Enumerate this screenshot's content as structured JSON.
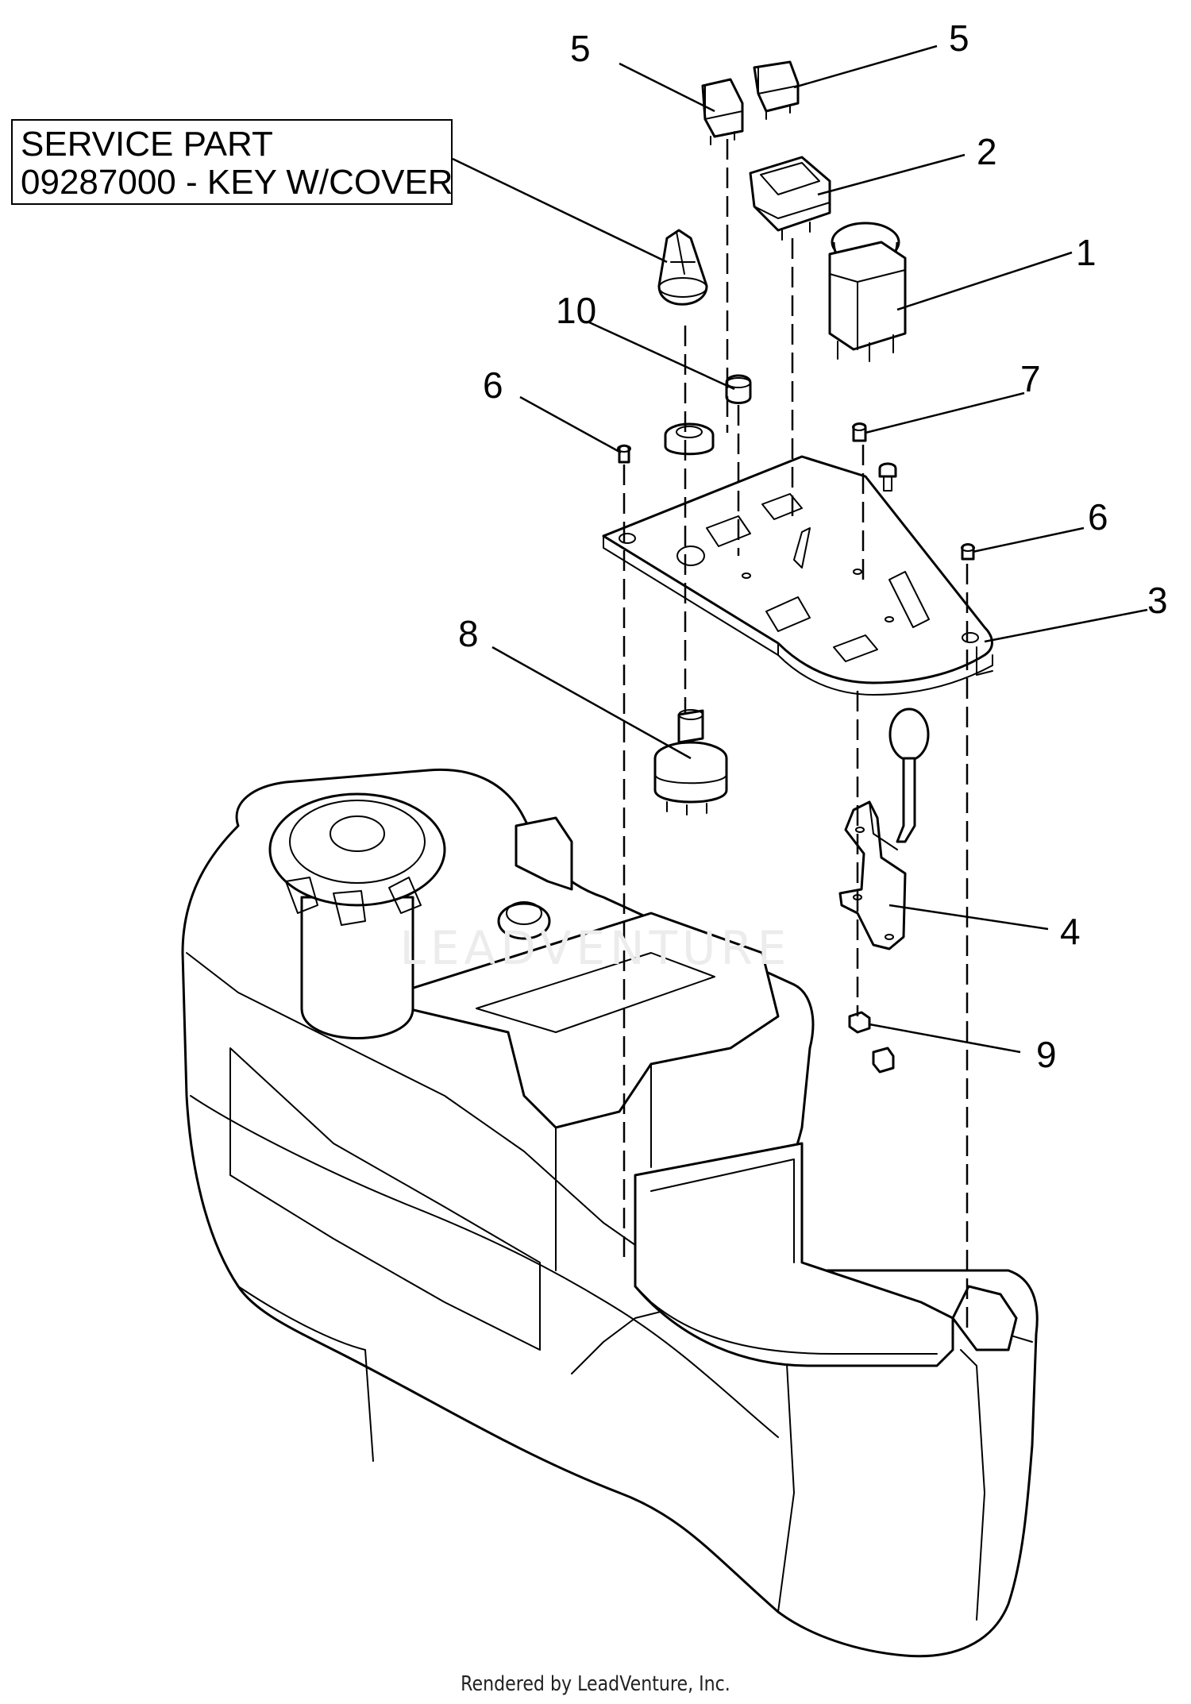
{
  "service_box": {
    "line1": "SERVICE PART",
    "line2": "09287000 - KEY W/COVER"
  },
  "callouts": [
    {
      "id": "5a",
      "label": "5"
    },
    {
      "id": "5b",
      "label": "5"
    },
    {
      "id": "2",
      "label": "2"
    },
    {
      "id": "1",
      "label": "1"
    },
    {
      "id": "10",
      "label": "10"
    },
    {
      "id": "6a",
      "label": "6"
    },
    {
      "id": "7",
      "label": "7"
    },
    {
      "id": "6b",
      "label": "6"
    },
    {
      "id": "3",
      "label": "3"
    },
    {
      "id": "8",
      "label": "8"
    },
    {
      "id": "4",
      "label": "4"
    },
    {
      "id": "9",
      "label": "9"
    }
  ],
  "watermark": "LEADVENTURE",
  "footer": "Rendered by LeadVenture, Inc."
}
